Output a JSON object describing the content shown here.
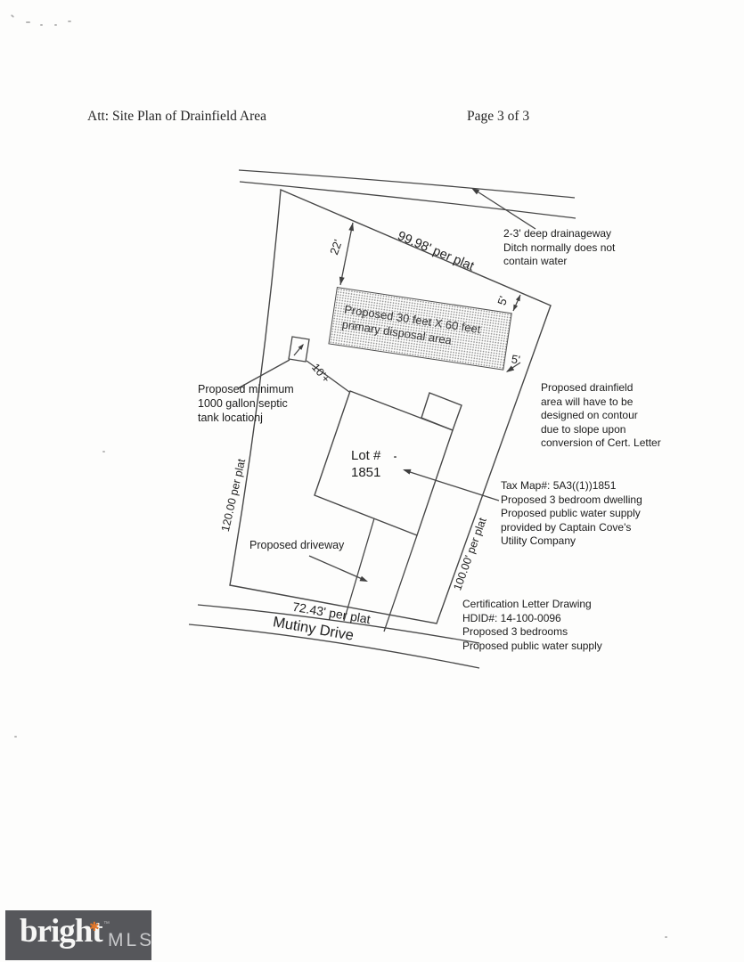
{
  "header": {
    "attention": "Att: Site Plan of Drainfield Area",
    "page": "Page 3 of 3"
  },
  "plan": {
    "dimensions": {
      "top_boundary": "99.98' per plat",
      "left_boundary": "120.00 per plat",
      "right_boundary": "100.00' per plat",
      "bottom_boundary": "72.43' per plat",
      "ditch_offset": "22'",
      "drainfield_top_offset": "5'",
      "drainfield_bottom_offset": "5'",
      "tank_offset": "10'+"
    },
    "labels": {
      "disposal_area": "Proposed 30 feet X 60 feet\nprimary disposal area",
      "lot_number": "Lot #\n1851",
      "road_name": "Mutiny Drive",
      "driveway": "Proposed driveway"
    },
    "notes": {
      "drainageway": "2-3' deep drainageway\nDitch normally does not\ncontain water",
      "septic_tank": "Proposed minimum\n1000 gallon septic\ntank locationj",
      "drainfield_contour": "Proposed drainfield\narea will have to be\ndesigned on contour\ndue to slope upon\nconversion of Cert. Letter",
      "tax_map": "Tax Map#: 5A3((1))1851\nProposed 3 bedroom dwelling\nProposed public water supply\nprovided by Captain Cove's\nUtility Company",
      "certification": "Certification Letter Drawing\nHDID#: 14-100-0096\nProposed 3 bedrooms\nProposed public water supply"
    },
    "line_color": "#474747"
  },
  "footer": {
    "logo_primary": "bright",
    "logo_star": "✱",
    "logo_tm": "™",
    "logo_secondary": "MLS",
    "logo_bg": "#56575b",
    "logo_star_color": "#e0762b"
  }
}
